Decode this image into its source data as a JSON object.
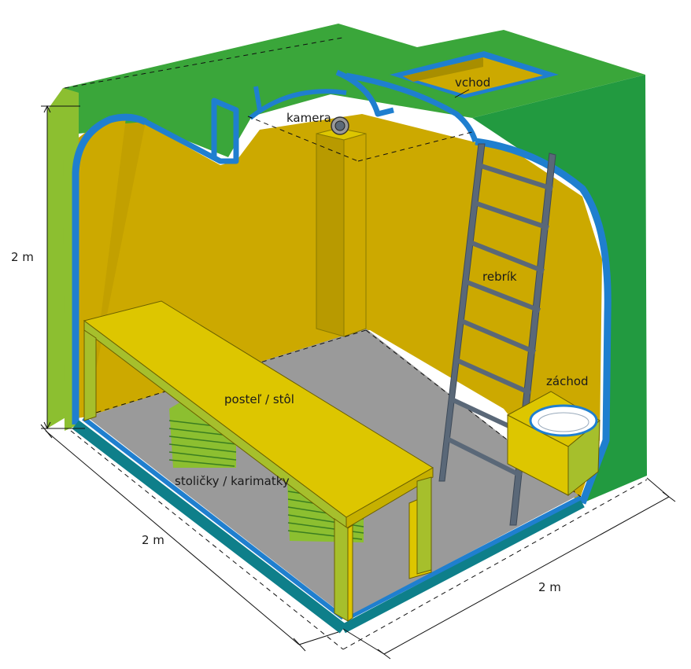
{
  "labels": {
    "entrance": "vchod",
    "camera": "kamera",
    "ladder": "rebrík",
    "toilet": "záchod",
    "bed_table": "posteľ / stôl",
    "stools_mats": "stoličky / karimatky",
    "height": "2 m",
    "width_left": "2 m",
    "width_right": "2 m"
  },
  "colors": {
    "grass": "#3aa63a",
    "grass_dark": "#229a40",
    "grass_light": "#8cbf30",
    "shell_blue": "#1f7fcf",
    "shell_teal": "#0e7f8a",
    "wall": "#cca900",
    "floor": "#9a9a9a",
    "furniture": "#ddc600",
    "furniture_side": "#a6bf2c",
    "ladder": "#5a6878",
    "toilet_bowl": "#ffffff"
  }
}
